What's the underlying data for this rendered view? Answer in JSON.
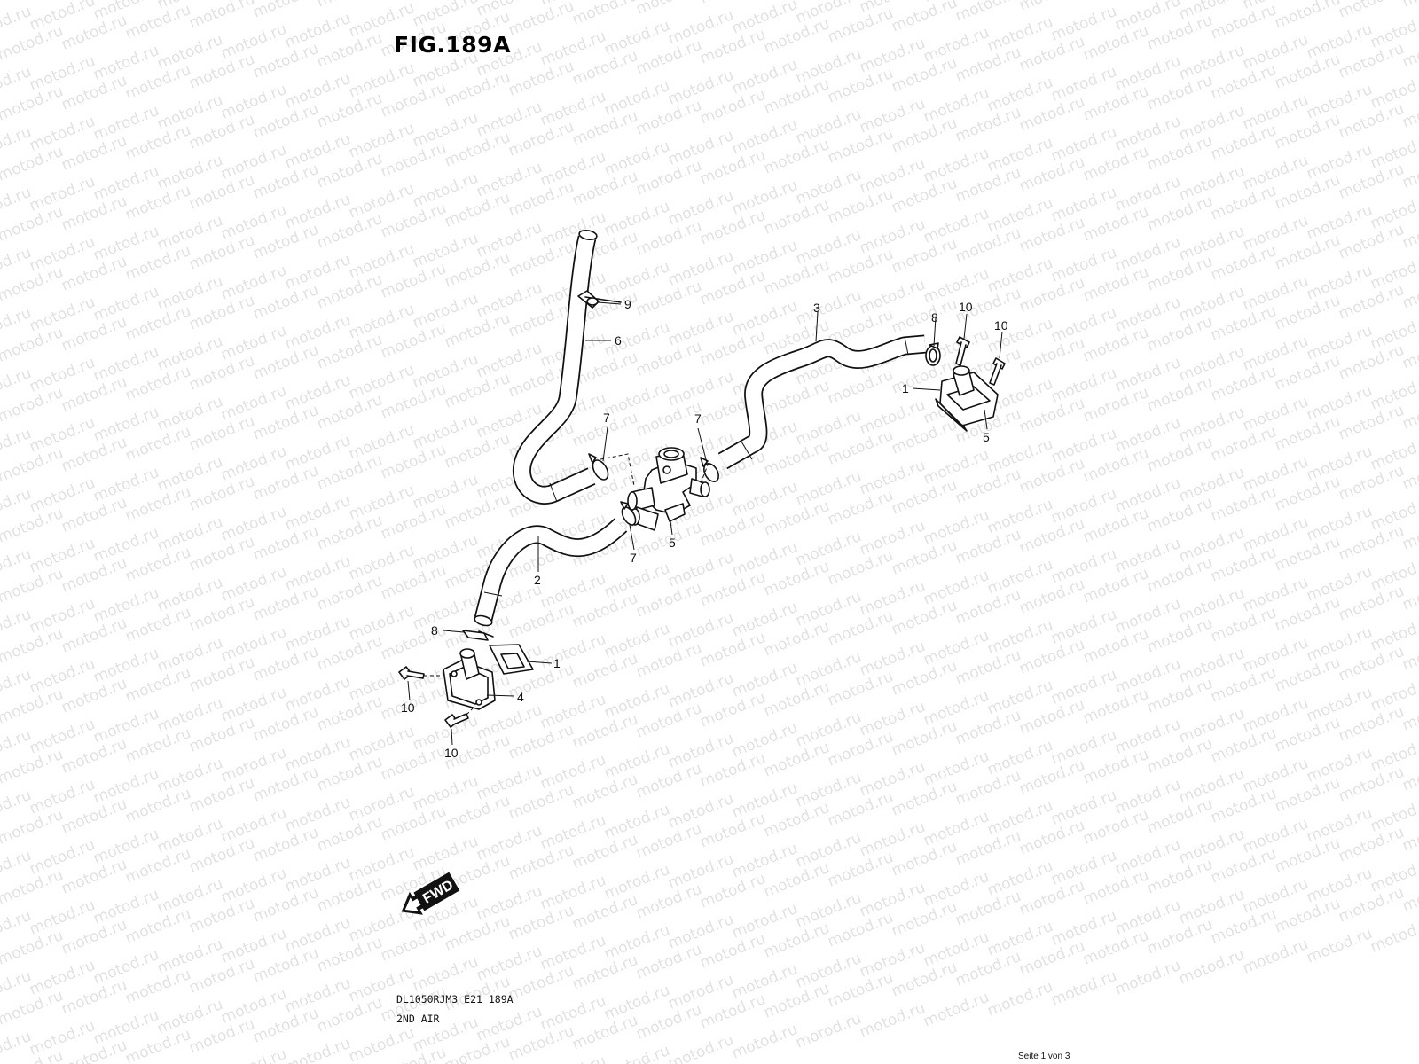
{
  "figure": {
    "title": "FIG.189A",
    "model_code": "DL1050RJM3_E21_189A",
    "section_name": "2ND AIR",
    "page_label": "Seite 1 von 3",
    "watermark_text": "motod.ru",
    "fwd_label": "FWD"
  },
  "callouts": [
    "1",
    "1",
    "2",
    "3",
    "4",
    "5",
    "5",
    "6",
    "7",
    "7",
    "7",
    "8",
    "8",
    "9",
    "10",
    "10",
    "10",
    "10"
  ],
  "colors": {
    "line": "#111111",
    "background": "#ffffff",
    "watermark": "#e2e2e2"
  }
}
